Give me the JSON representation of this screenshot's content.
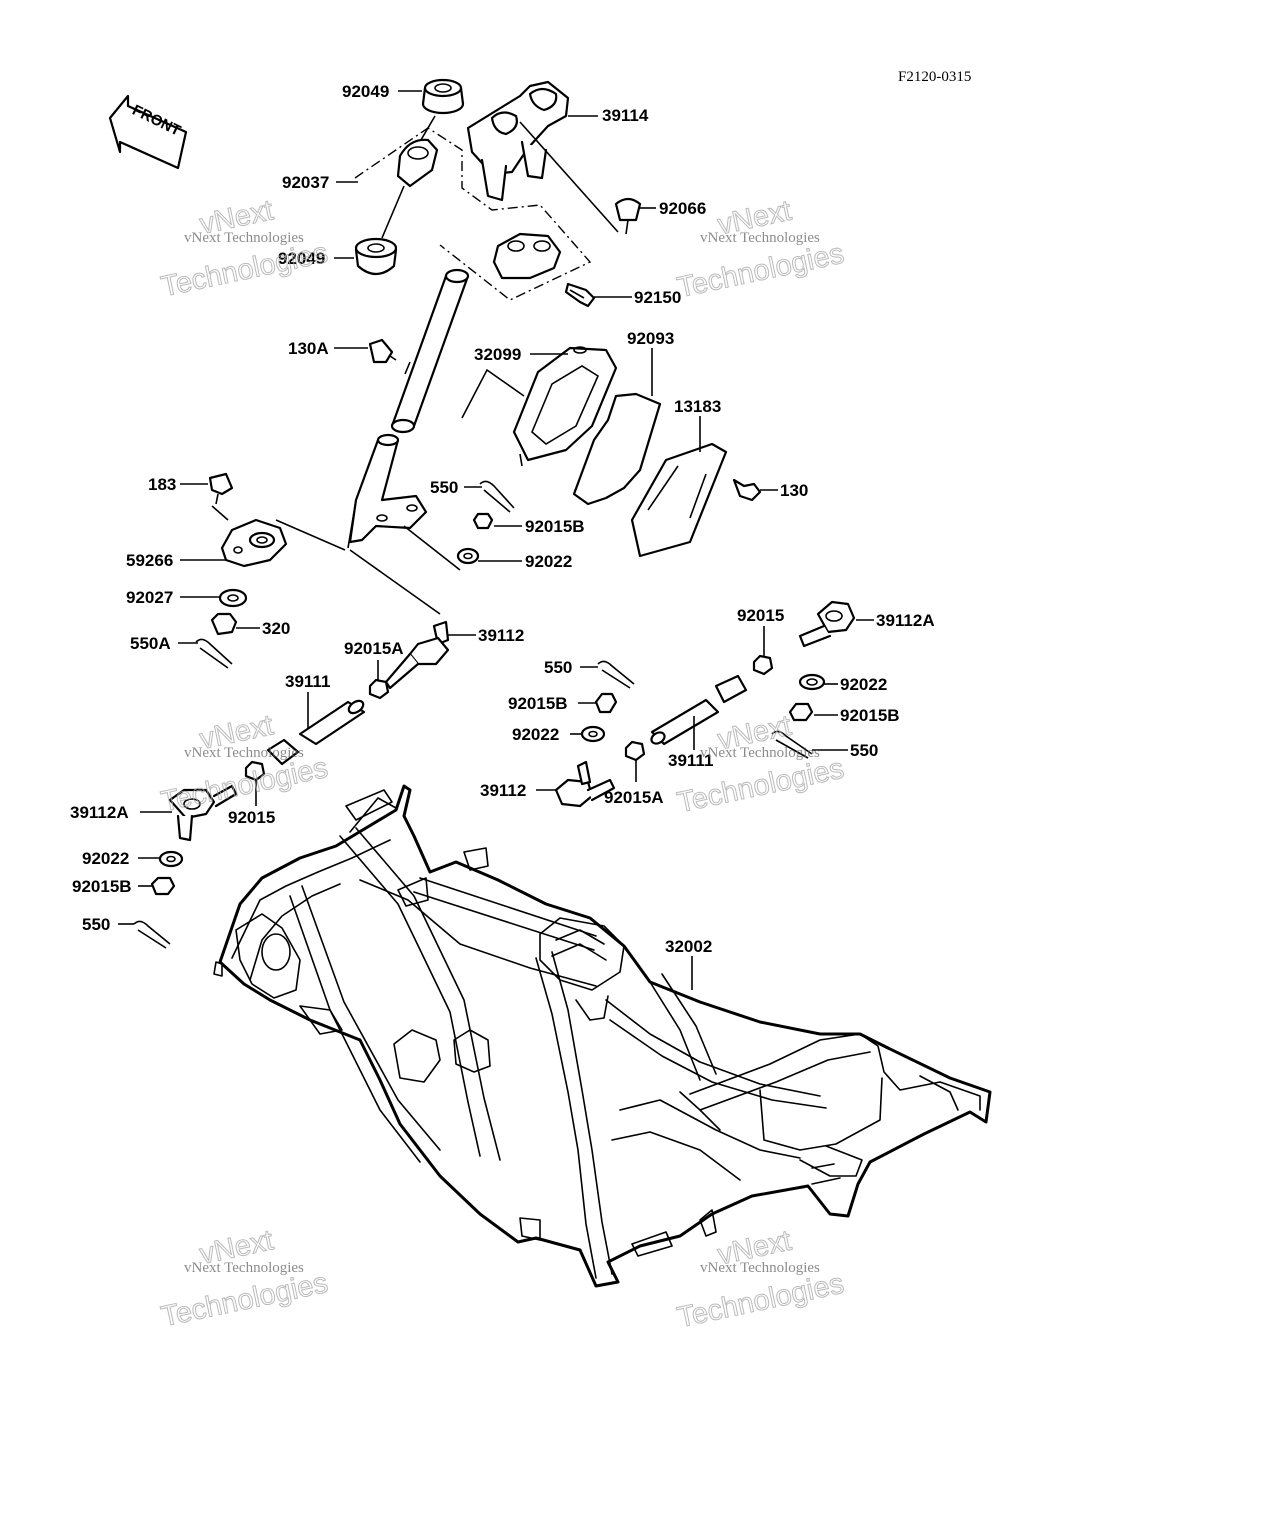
{
  "diagram_code": "F2120-0315",
  "front_label": "FRONT",
  "watermark": {
    "line1": "vNext Technologies",
    "line2": "vNext",
    "line3": "Technologies"
  },
  "callouts": {
    "c92049a": "92049",
    "c39114": "39114",
    "c92037": "92037",
    "c92066": "92066",
    "c92049b": "92049",
    "c92150": "92150",
    "c130A": "130A",
    "c32099": "32099",
    "c92093": "92093",
    "c13183": "13183",
    "c183": "183",
    "c550a": "550",
    "c130": "130",
    "c92015Ba": "92015B",
    "c59266": "59266",
    "c92022a": "92022",
    "c92027": "92027",
    "c320": "320",
    "c550A": "550A",
    "c92015A_a": "92015A",
    "c39112a": "39112",
    "c92015a": "92015",
    "c39112A_r": "39112A",
    "c550b": "550",
    "c92022b": "92022",
    "c39111a": "39111",
    "c92015Bb": "92015B",
    "c92015Bc": "92015B",
    "c92022c": "92022",
    "c550c": "550",
    "c39111b": "39111",
    "c39112b": "39112",
    "c92015A_b": "92015A",
    "c39112A_l": "39112A",
    "c92015b": "92015",
    "c92022d": "92022",
    "c92015Bd": "92015B",
    "c550d": "550",
    "c32002": "32002"
  }
}
